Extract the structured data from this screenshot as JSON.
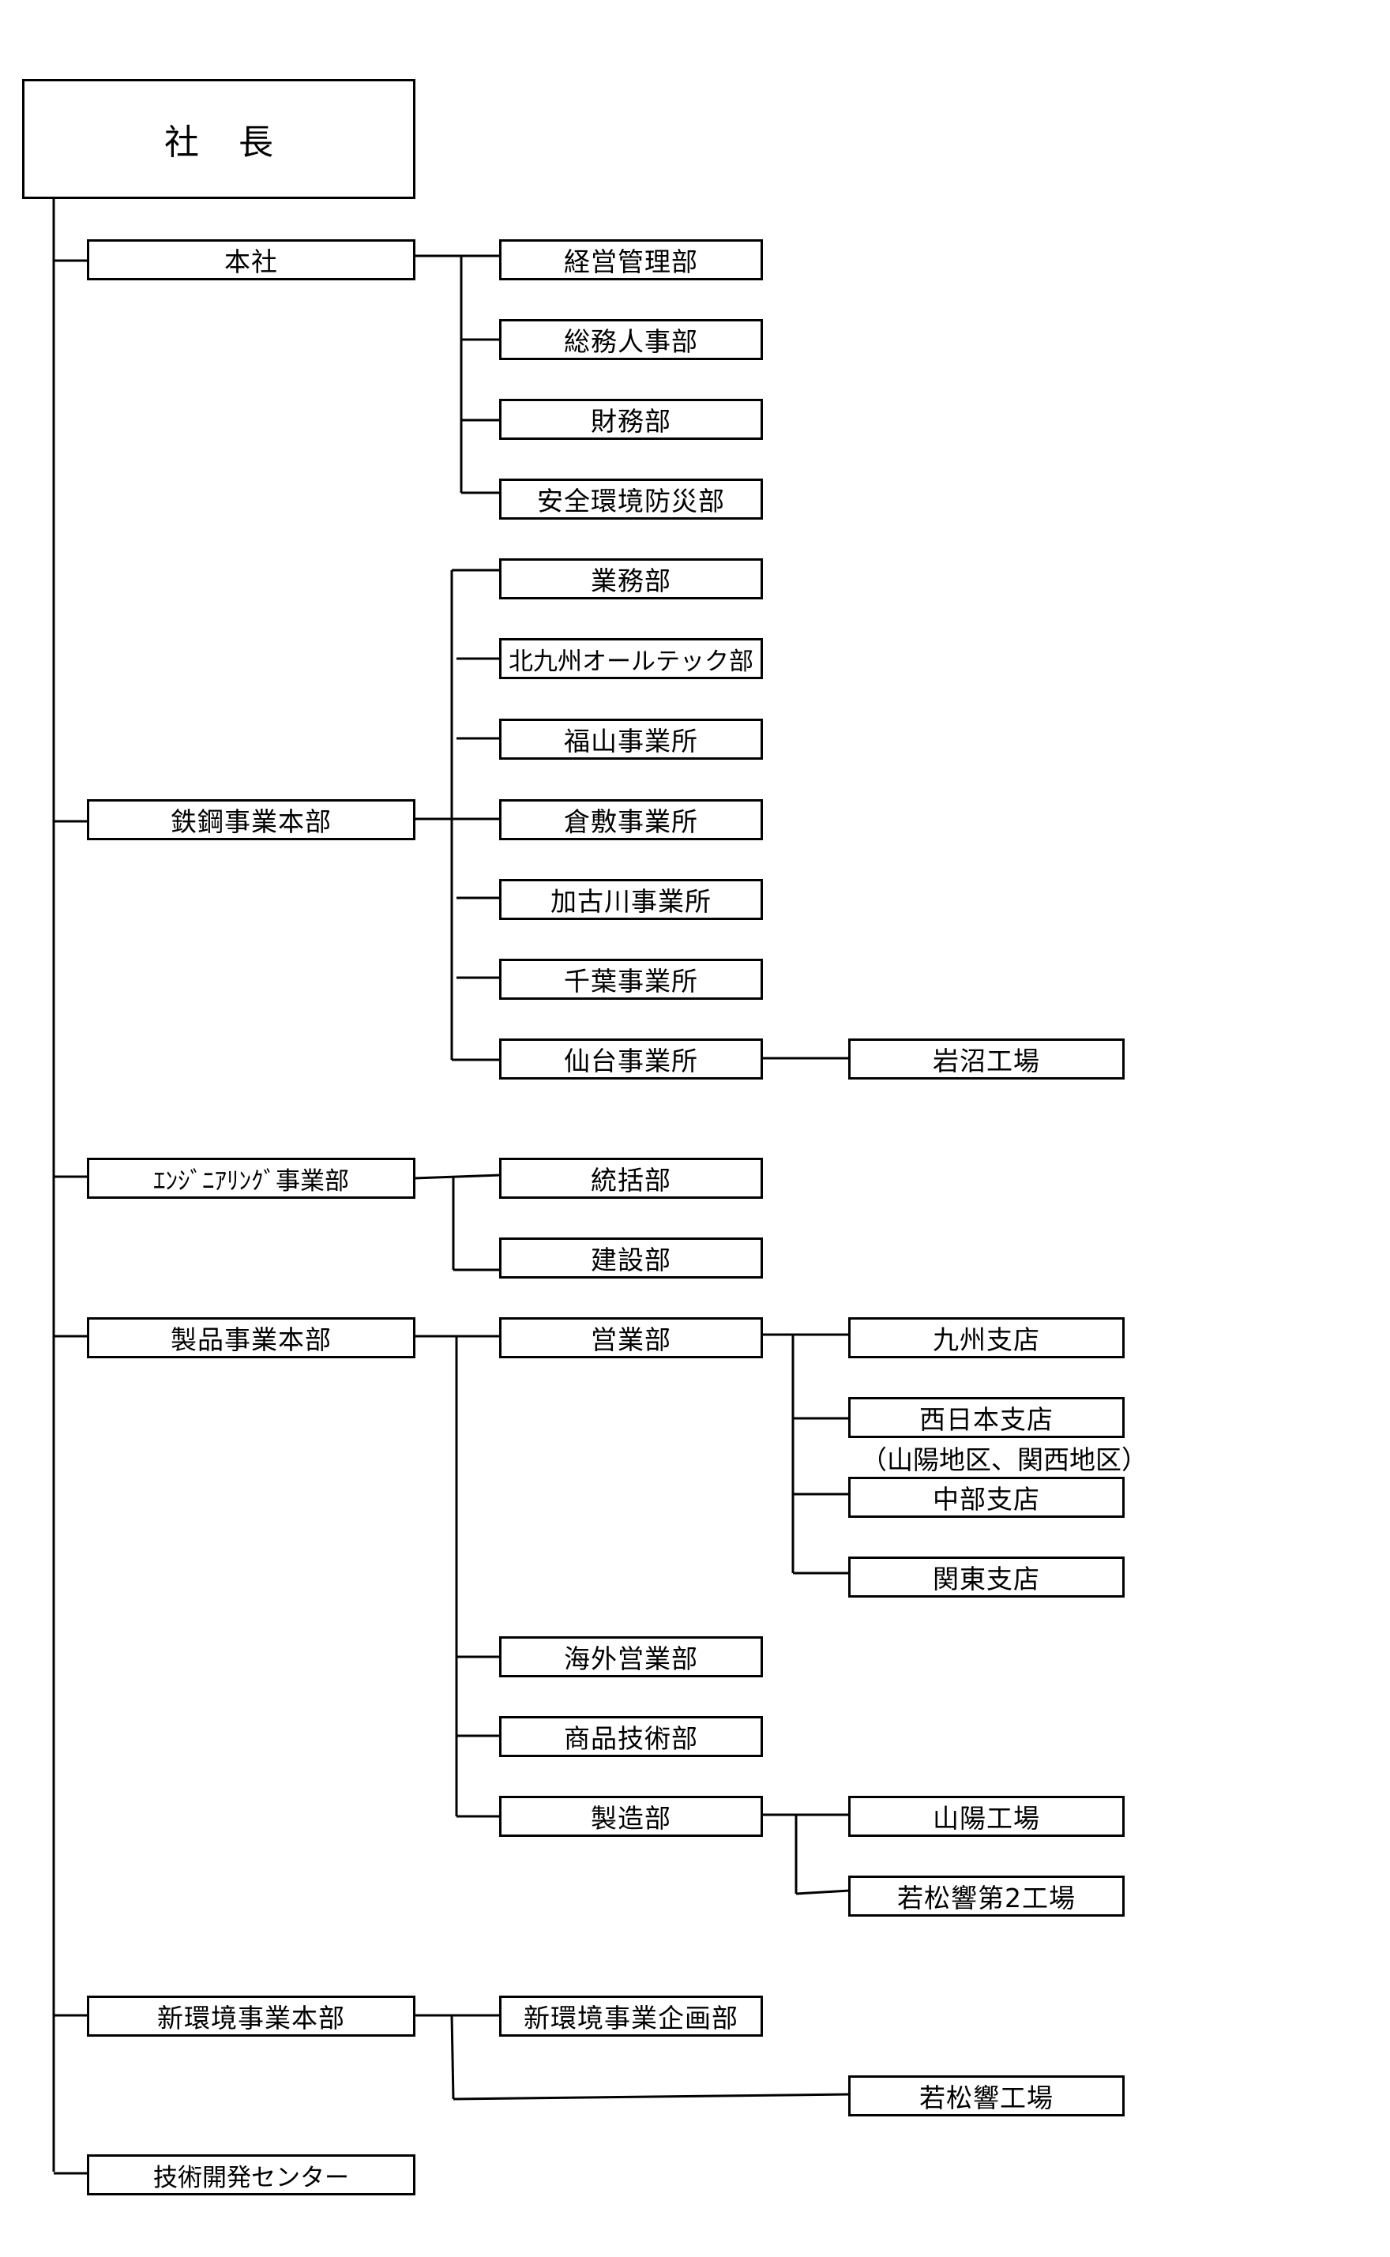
{
  "org": {
    "president": "社長",
    "honsha": {
      "name": "本社",
      "children": [
        "経営管理部",
        "総務人事部",
        "財務部",
        "安全環境防災部"
      ]
    },
    "steel": {
      "name": "鉄鋼事業本部",
      "children": [
        "業務部",
        "北九州オールテック部",
        "福山事業所",
        "倉敷事業所",
        "加古川事業所",
        "千葉事業所",
        "仙台事業所"
      ],
      "sendai_plant": "岩沼工場"
    },
    "engineering": {
      "name": "ｴﾝｼﾞﾆｱﾘﾝｸﾞ事業部",
      "children": [
        "統括部",
        "建設部"
      ]
    },
    "products": {
      "name": "製品事業本部",
      "sales": {
        "name": "営業部",
        "branches": [
          "九州支店",
          "西日本支店",
          "中部支店",
          "関東支店"
        ],
        "west_note": "（山陽地区、関西地区）"
      },
      "others": [
        "海外営業部",
        "商品技術部"
      ],
      "manufacturing": {
        "name": "製造部",
        "plants": [
          "山陽工場",
          "若松響第2工場"
        ]
      }
    },
    "new_env": {
      "name": "新環境事業本部",
      "planning": "新環境事業企画部",
      "plant": "若松響工場"
    },
    "rnd": "技術開発センター"
  }
}
